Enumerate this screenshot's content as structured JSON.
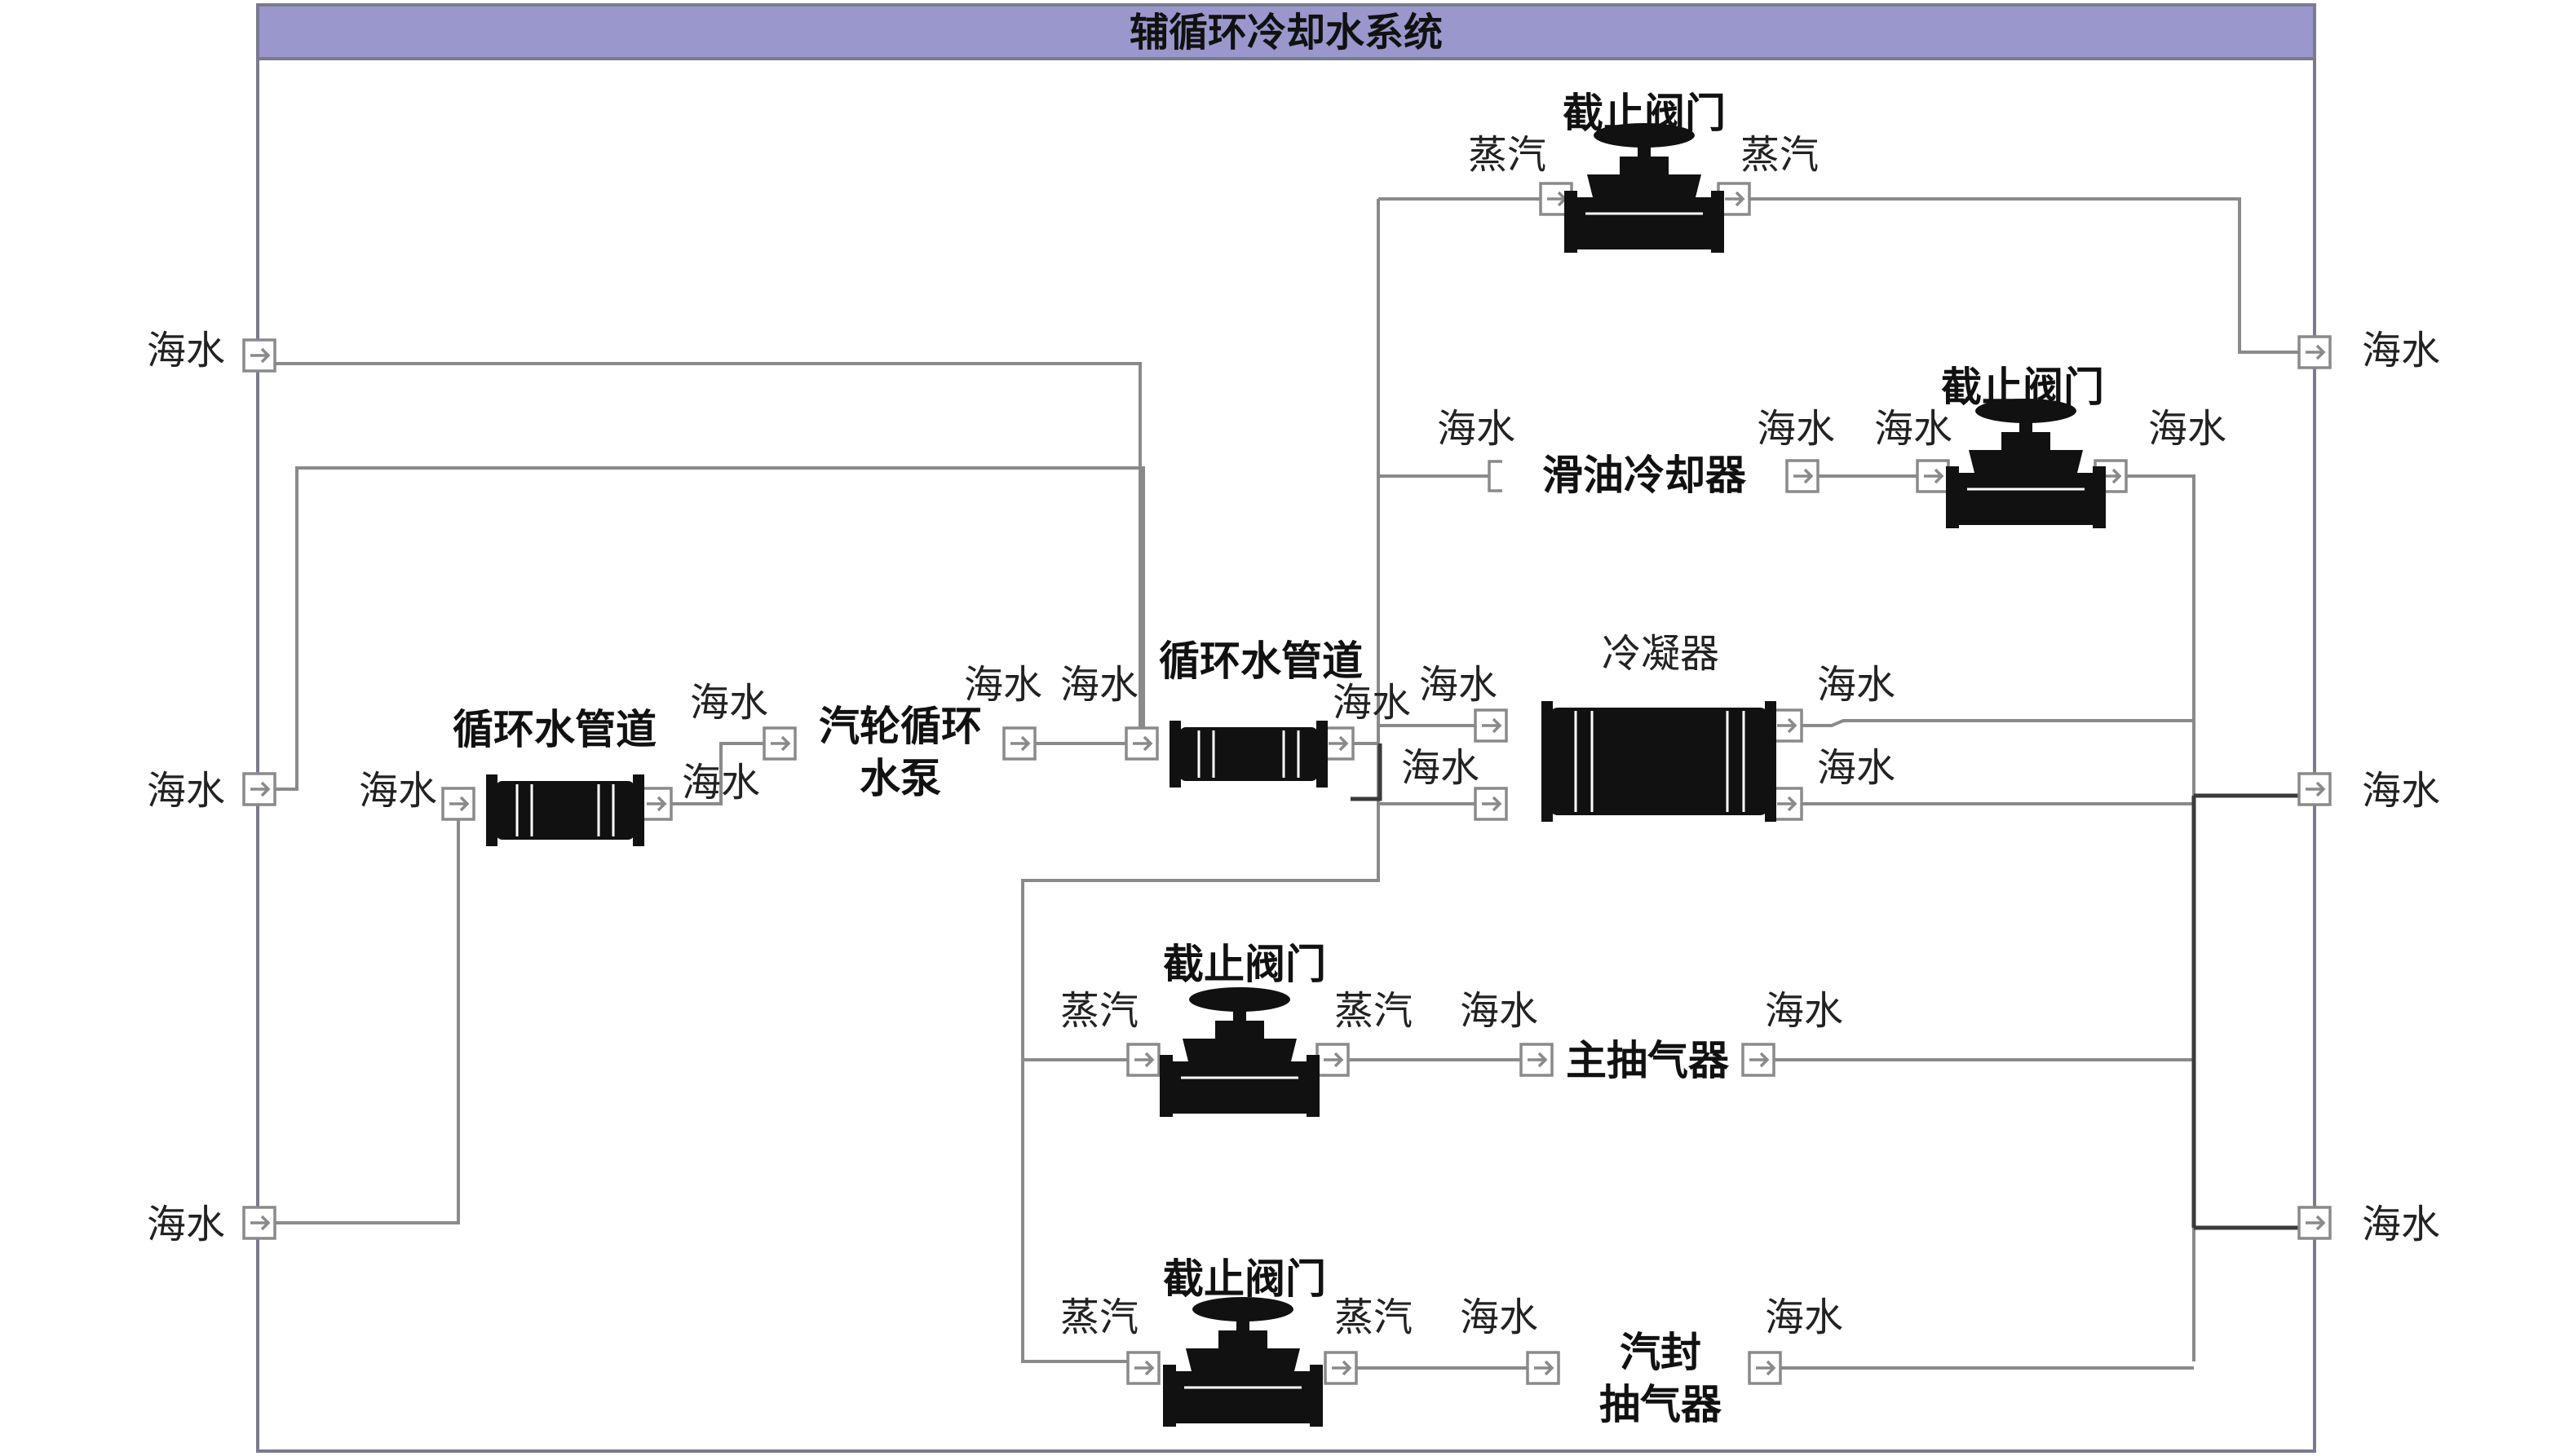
{
  "system": {
    "title": "辅循环冷却水系统",
    "header_color": "#9a97cc",
    "border_color": "#7a7a90"
  },
  "ports": {
    "seawater": "海水",
    "steam": "蒸汽"
  },
  "components": {
    "shutoff_valve": "截止阀门",
    "pipe": "循环水管道",
    "pump_line1": "汽轮循环",
    "pump_line2": "水泵",
    "oil_cooler": "滑油冷却器",
    "condenser": "冷凝器",
    "main_ejector": "主抽气器",
    "seal_ejector_line1": "汽封",
    "seal_ejector_line2": "抽气器"
  },
  "colors": {
    "wire": "#8a8a8a",
    "component": "#111111"
  }
}
